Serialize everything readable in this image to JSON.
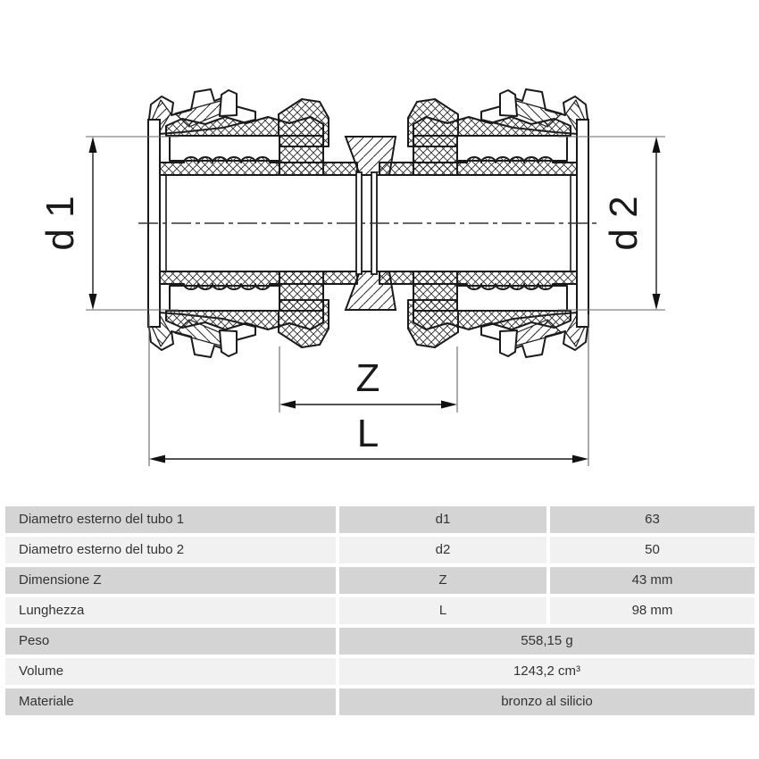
{
  "diagram": {
    "title": "pipe-coupling-cross-section",
    "labels": {
      "d1": "d 1",
      "d2": "d 2",
      "z": "Z",
      "l": "L"
    },
    "line_color": "#1a1a1a",
    "extension_line_color": "#666666"
  },
  "table": {
    "colors": {
      "row_dark": "#d4d4d4",
      "row_light": "#f1f1f1",
      "text": "#333333"
    },
    "rows": [
      {
        "label": "Diametro esterno del tubo 1",
        "symbol": "d1",
        "value": "63"
      },
      {
        "label": "Diametro esterno del tubo 2",
        "symbol": "d2",
        "value": "50"
      },
      {
        "label": "Dimensione Z",
        "symbol": "Z",
        "value": "43 mm"
      },
      {
        "label": "Lunghezza",
        "symbol": "L",
        "value": "98 mm"
      },
      {
        "label": "Peso",
        "value": "558,15 g"
      },
      {
        "label": "Volume",
        "value": "1243,2 cm³"
      },
      {
        "label": "Materiale",
        "value": "bronzo al silicio"
      }
    ]
  }
}
